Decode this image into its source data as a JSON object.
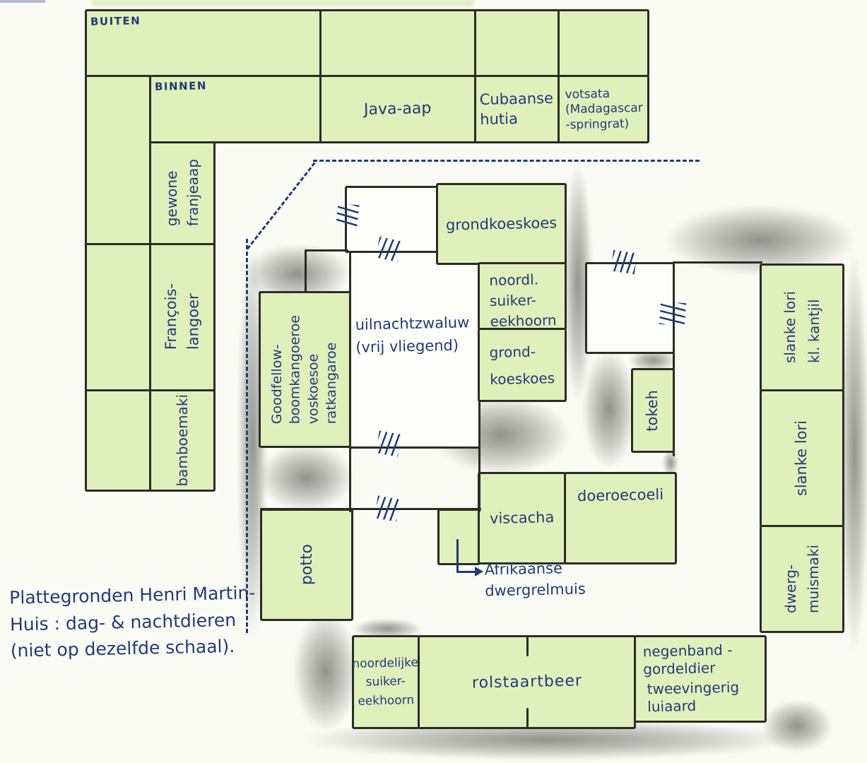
{
  "caption": "Plattegronden Henri Martin-\nHuis : dag- & nachtdieren\n(niet op dezelfde schaal).",
  "zones": {
    "buiten": "BUITEN",
    "binnen": "BINNEN"
  },
  "labels": {
    "java_aap": "Java-aap",
    "cubaanse_hutia": "Cubaanse\nhutia",
    "votsata": "votsata\n(Madagascar\n-springrat)",
    "gewone_franjeaap": "gewone\nfranjeaap",
    "francois_langoer": "François-\nlangoer",
    "bamboemaki": "bamboemaki",
    "grondkoeskoes_boven": "grondkoeskoes",
    "noordl_suikereekhoorn": "noordl.\nsuiker-\neekhoorn",
    "grond_koeskoes": "grond-\nkoeskoes",
    "uilnachtzwaluw": "uilnachtzwaluw\n(vrij vliegend)",
    "goodfellow": "Goodfellow-\nboomkangoeroe\nvoskoesoe\nratkangaroe",
    "potto": "potto",
    "tokeh": "tokeh",
    "viscacha": "viscacha",
    "doeroecoeli": "doeroecoeli",
    "afrikaanse_dwergrelmuis": "Afrikaanse\ndwergrelmuis",
    "slanke_lori_kantjil": "slanke lori\nkl. kantjil",
    "slanke_lori": "slanke lori",
    "dwerg_muismaki": "dwerg-\nmuismaki",
    "noordelijke_suikereekhoorn": "noordelijke\nsuiker-\neekhoorn",
    "rolstaartbeer": "rolstaartbeer",
    "negenband_gordeldier": "negenband -\ngordeldier",
    "tweevingerig_luiaard": "tweevingerig\nluiaard"
  },
  "colors": {
    "enclosure_green": "#dff0bb",
    "ink_blue": "#1e3c78",
    "wall_black": "#2c2c27",
    "pencil_gray": "#929291",
    "paper": "#fbfbf6"
  }
}
